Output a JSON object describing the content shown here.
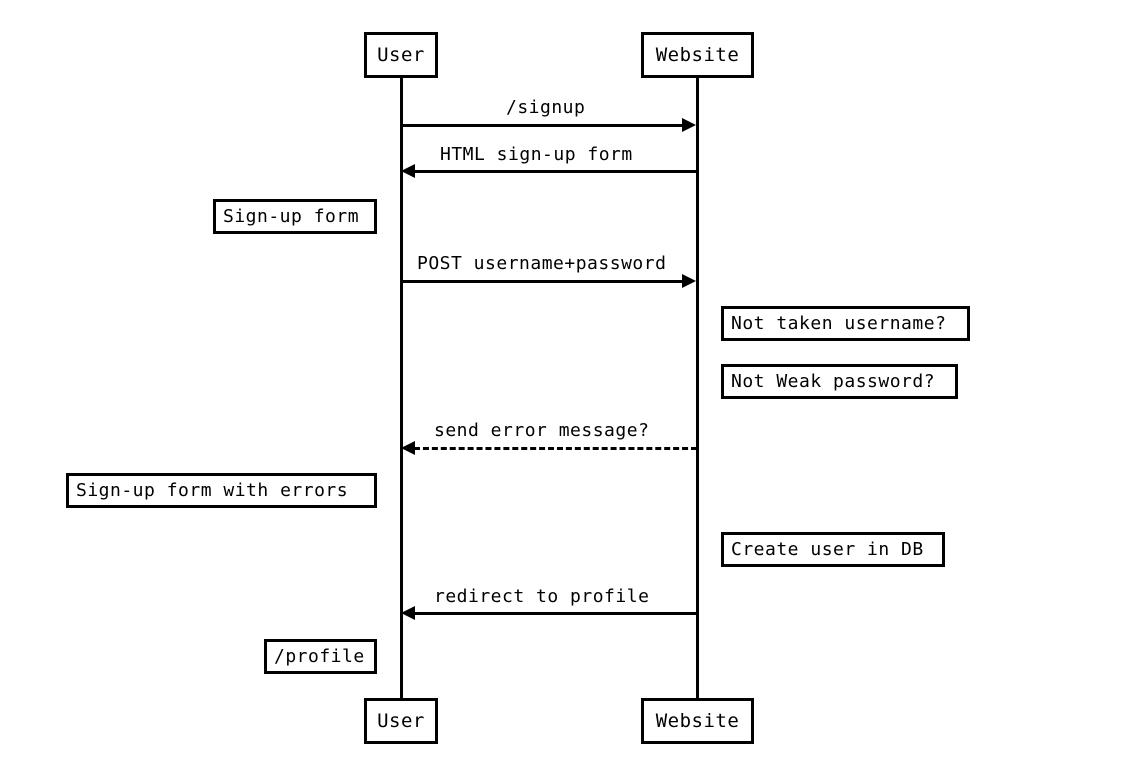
{
  "diagram": {
    "type": "sequence-diagram",
    "title": "",
    "background_color": "#ffffff",
    "line_color": "#000000",
    "participants": [
      {
        "id": "user",
        "label": "User"
      },
      {
        "id": "website",
        "label": "Website"
      }
    ],
    "participants_footer": [
      {
        "id": "user",
        "label": "User"
      },
      {
        "id": "website",
        "label": "Website"
      }
    ],
    "messages": [
      {
        "id": "m1",
        "label": "/signup",
        "from": "user",
        "to": "website",
        "direction": "right",
        "style": "solid"
      },
      {
        "id": "m2",
        "label": "HTML sign-up form",
        "from": "website",
        "to": "user",
        "direction": "left",
        "style": "solid"
      },
      {
        "id": "m3",
        "label": "POST username+password",
        "from": "user",
        "to": "website",
        "direction": "right",
        "style": "solid"
      },
      {
        "id": "m4",
        "label": "send error message?",
        "from": "website",
        "to": "user",
        "direction": "left",
        "style": "dashed"
      },
      {
        "id": "m5",
        "label": "redirect to profile",
        "from": "website",
        "to": "user",
        "direction": "left",
        "style": "solid"
      }
    ],
    "notes": [
      {
        "id": "n1",
        "label": "Sign-up form",
        "side": "left-of-user"
      },
      {
        "id": "n2",
        "label": "Not taken username?",
        "side": "right-of-website"
      },
      {
        "id": "n3",
        "label": "Not Weak password?",
        "side": "right-of-website"
      },
      {
        "id": "n4",
        "label": "Sign-up form with errors",
        "side": "left-of-user"
      },
      {
        "id": "n5",
        "label": "Create user in DB",
        "side": "right-of-website"
      },
      {
        "id": "n6",
        "label": "/profile",
        "side": "left-of-user"
      }
    ]
  }
}
